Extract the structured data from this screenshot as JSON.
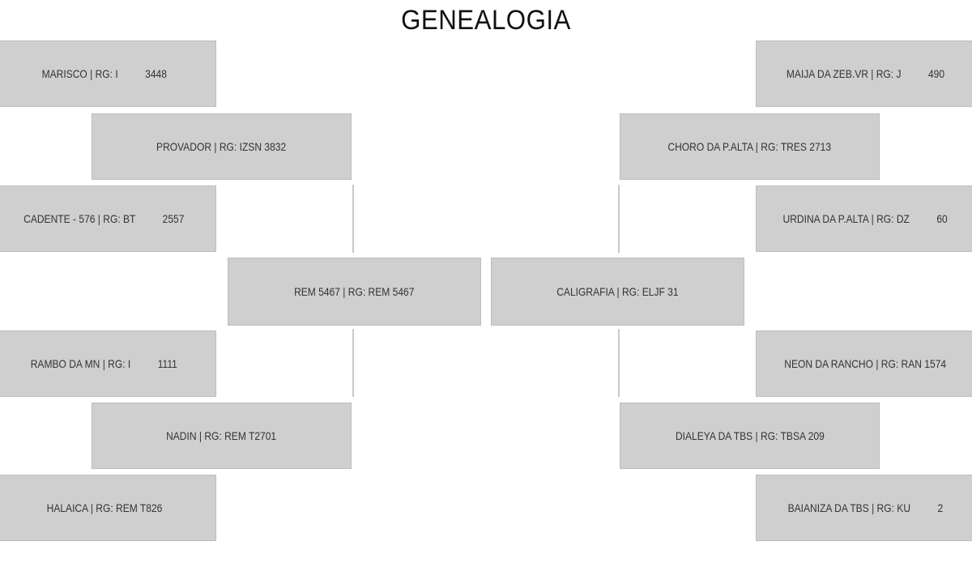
{
  "title": "GENEALOGIA",
  "sire_side": {
    "animal": "REM 5467 | RG: REM 5467",
    "sire": "PROVADOR | RG: IZSN 3832",
    "sire_sire": "MARISCO | RG: I          3448",
    "sire_dam": "CADENTE - 576 | RG: BT          2557",
    "dam": "NADIN | RG: REM T2701",
    "dam_sire": "RAMBO DA MN | RG: I          1111",
    "dam_dam": "HALAICA | RG: REM T826"
  },
  "dam_side": {
    "animal": "CALIGRAFIA | RG: ELJF 31",
    "sire": "CHORO DA P.ALTA | RG: TRES 2713",
    "sire_sire": "MAIJA DA ZEB.VR | RG: J          490",
    "sire_dam": "URDINA DA P.ALTA | RG: DZ          60",
    "dam": "DIALEYA DA TBS | RG: TBSA 209",
    "dam_sire": "NEON DA RANCHO | RG: RAN 1574",
    "dam_dam": "BAIANIZA DA TBS | RG: KU          2"
  }
}
